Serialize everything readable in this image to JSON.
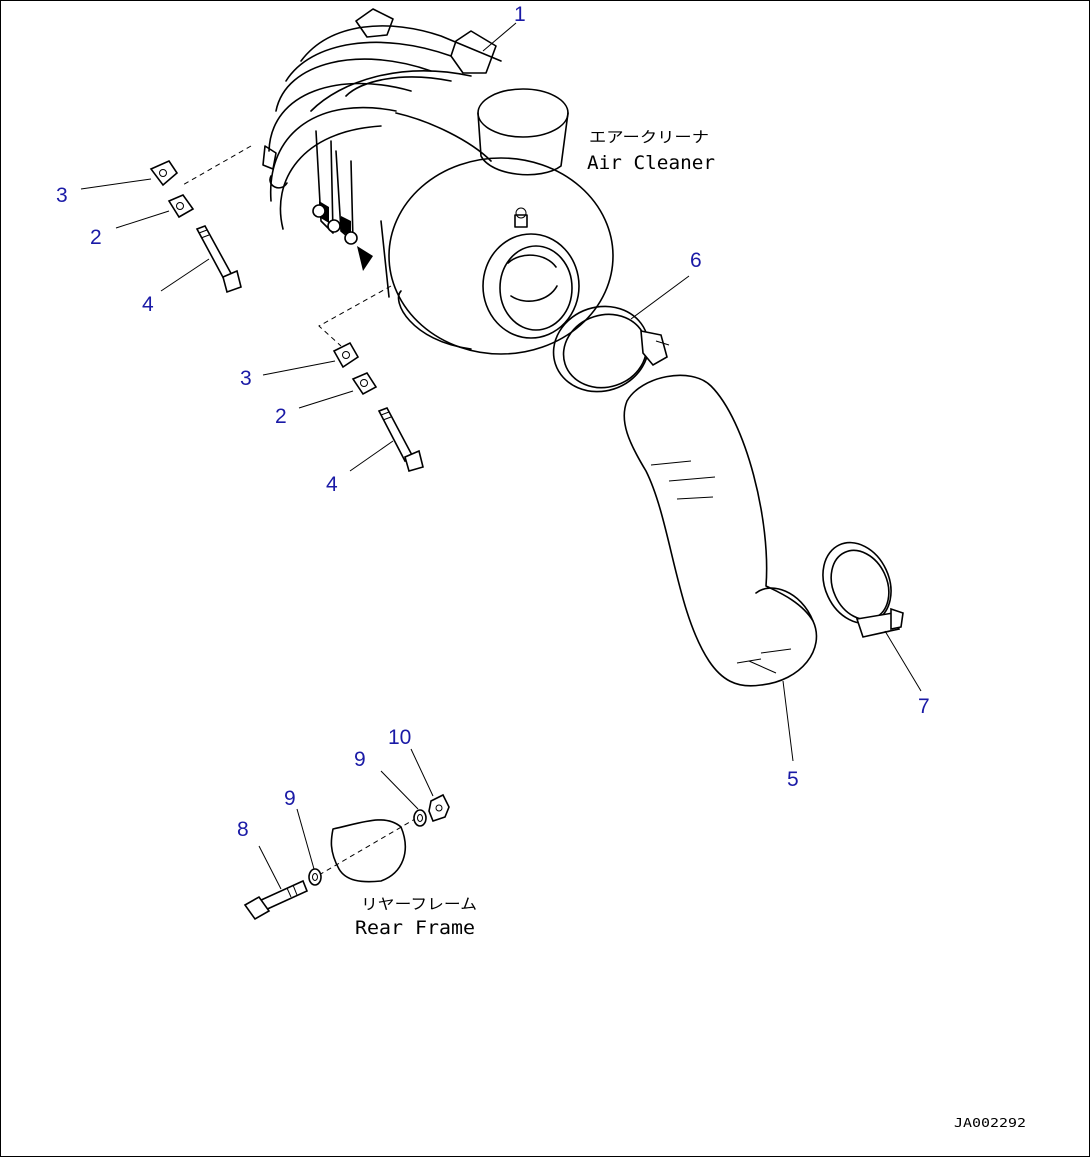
{
  "labels": {
    "air_cleaner_jp": "エアークリーナ",
    "air_cleaner_en": "Air Cleaner",
    "rear_frame_jp": "リヤーフレーム",
    "rear_frame_en": "Rear Frame",
    "drawing_code": "JA002292"
  },
  "callouts": {
    "c1": "1",
    "c2a": "2",
    "c2b": "2",
    "c3a": "3",
    "c3b": "3",
    "c4a": "4",
    "c4b": "4",
    "c5": "5",
    "c6": "6",
    "c7": "7",
    "c8": "8",
    "c9a": "9",
    "c9b": "9",
    "c10": "10"
  },
  "colors": {
    "callout": "#1a1aa6",
    "line": "#000000"
  }
}
